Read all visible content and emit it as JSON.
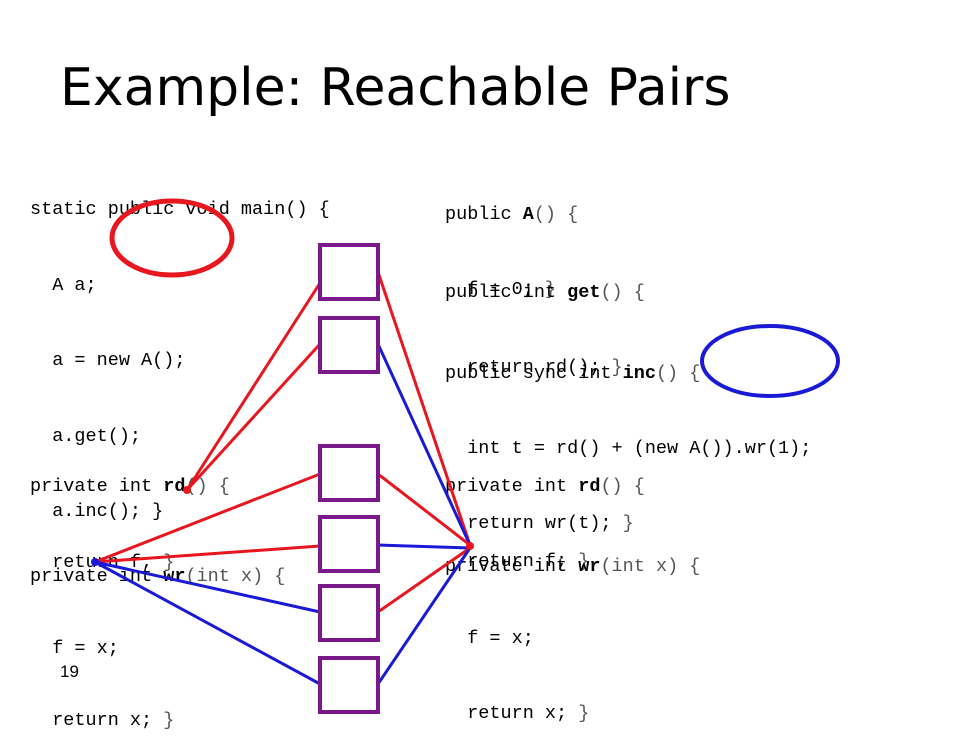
{
  "title": "Example: Reachable Pairs",
  "slide_number": "19",
  "left_code": {
    "main": [
      "static public void main() {",
      "  A a;",
      "  a = new A();",
      "  a.get();",
      "  a.inc(); }"
    ],
    "rd": {
      "decl_pre": "private int ",
      "decl_name": "rd",
      "decl_post": "() {",
      "body_pre": "  return f;",
      "body_close": " }"
    },
    "wr": {
      "decl_pre": "private int ",
      "decl_name": "wr",
      "decl_post": "(int x) {",
      "line1": "  f = x;",
      "line2_pre": "  return x;",
      "line2_close": " }"
    }
  },
  "right_code": {
    "ctor": {
      "pre": "public ",
      "name": "A",
      "post": "() {",
      "body": "  f = 0;",
      "close": " }"
    },
    "get": {
      "pre": "public int ",
      "name": "get",
      "post": "() {",
      "body": "  return rd();",
      "close": " }"
    },
    "inc": {
      "pre": "public sync int ",
      "name": "inc",
      "post": "() {",
      "line1": "  int t = rd() + (new A()).wr(1);",
      "line2": "  return wr(t);",
      "close": " }"
    },
    "rd": {
      "pre": "private int ",
      "name": "rd",
      "post": "() {",
      "body": "  return f;",
      "close": " }"
    },
    "wr": {
      "pre": "private int ",
      "name": "wr",
      "post": "(int x) {",
      "line1": "  f = x;",
      "line2": "  return x;",
      "close": " }"
    }
  },
  "colors": {
    "red": "#e8161e",
    "blue": "#1a1ad6",
    "purple": "#7a1a8a"
  }
}
